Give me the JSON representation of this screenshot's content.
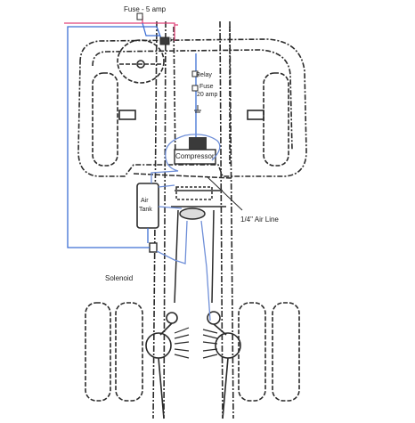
{
  "labels": {
    "fuse_top": "Fuse - 5 amp",
    "relay": "Relay",
    "fuse": "Fuse",
    "fuse_amp": "20 amp",
    "compressor": "Compressor",
    "air_line": "1/4\" Air Line",
    "air": "Air",
    "tank": "Tank",
    "solenoid": "Solenoid"
  },
  "colors": {
    "frame": "#2a2a2a",
    "power_wire": "#e0457a",
    "signal_wire": "#3d6fd4",
    "air_line": "#6f8fd8"
  }
}
